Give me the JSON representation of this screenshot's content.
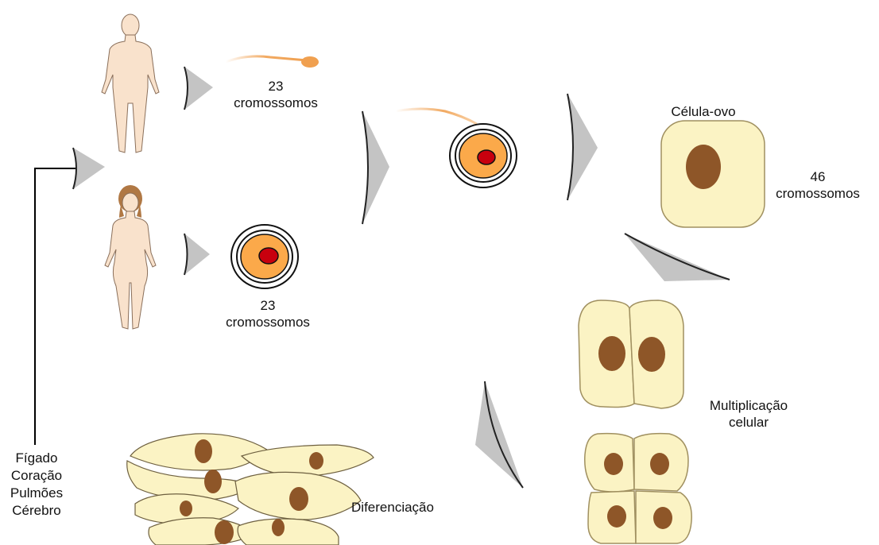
{
  "labels": {
    "sperm_chromosomes": [
      "23",
      "cromossomos"
    ],
    "egg_chromosomes": [
      "23",
      "cromossomos"
    ],
    "zygote_title": "Célula-ovo",
    "zygote_chromosomes": [
      "46",
      "cromossomos"
    ],
    "multiplication": [
      "Multiplicação",
      "celular"
    ],
    "differentiation": "Diferenciação",
    "organs": [
      "Fígado",
      "Coração",
      "Pulmões",
      "Cérebro"
    ]
  },
  "colors": {
    "skin": "#f9e2cc",
    "skin_outline": "#8a6f5a",
    "hair": "#b07844",
    "sperm": "#f0a050",
    "egg_cytoplasm": "#fba94a",
    "egg_nucleus": "#c8000e",
    "cell_fill": "#fbf3c4",
    "cell_outline": "#a09060",
    "cell_nucleus": "#8e5628",
    "arrow_fill": "#c4c4c4",
    "arrow_edge": "#222222"
  },
  "icons": [
    "male-figure",
    "female-figure",
    "sperm",
    "egg-cell",
    "zygote-cell",
    "arrow"
  ]
}
